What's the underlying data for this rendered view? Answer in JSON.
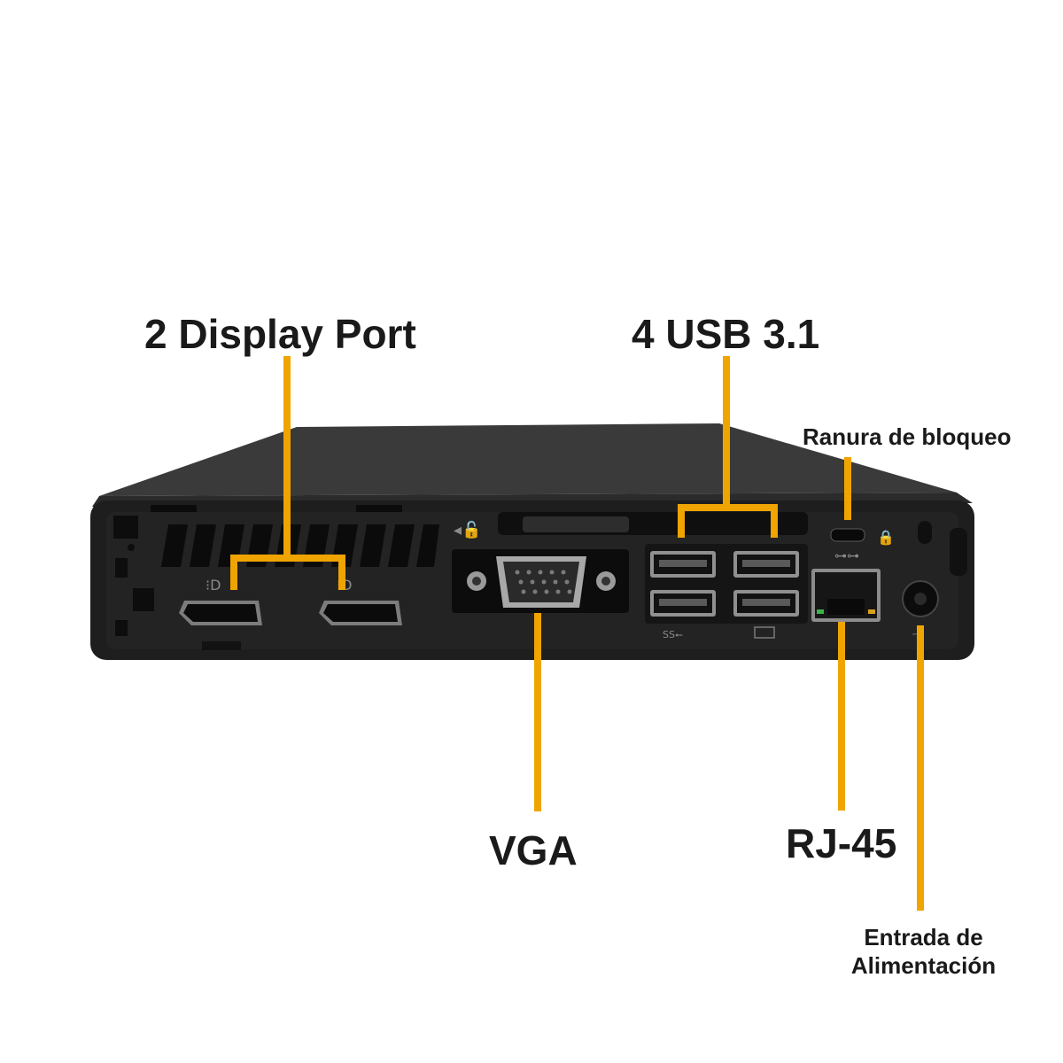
{
  "labels": {
    "display_port": "2 Display Port",
    "usb": "4 USB 3.1",
    "lock_slot": "Ranura de bloqueo",
    "vga": "VGA",
    "rj45": "RJ-45",
    "power_line1": "Entrada de",
    "power_line2": "Alimentación"
  },
  "colors": {
    "callout": "#f0a400",
    "chassis_top": "#3a3a3a",
    "chassis_front": "#1e1e1e",
    "port_dark": "#0c0c0c",
    "port_metal": "#9a9a9a",
    "label_text": "#1a1a1a",
    "background": "#ffffff"
  },
  "icons": [
    "displayport-icon",
    "unlock-icon",
    "lock-icon",
    "network-icon",
    "superspeed-usb-icon",
    "keyboard-icon",
    "power-icon"
  ]
}
